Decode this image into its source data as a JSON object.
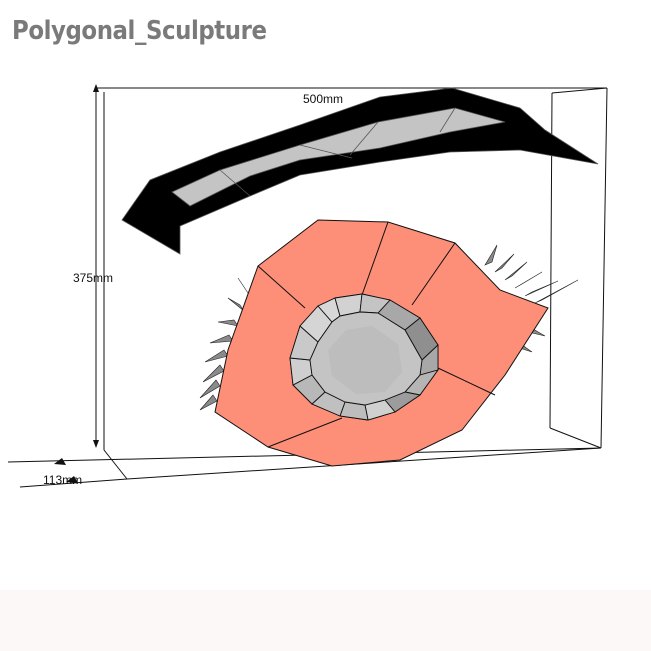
{
  "title": "Polygonal_Sculpture",
  "dimensions": {
    "width": "500mm",
    "height": "375mm",
    "depth": "113mm"
  },
  "colors": {
    "iris": "#fd8f78",
    "brow": "#000000",
    "brow_inner": "#c4c4c4",
    "pupil_light": "#c8c8c8",
    "pupil_mid": "#a8a8a8",
    "pupil_dark": "#8f8f8f",
    "title": "#7a7a7a",
    "footer_band": "#fdf8f8"
  }
}
